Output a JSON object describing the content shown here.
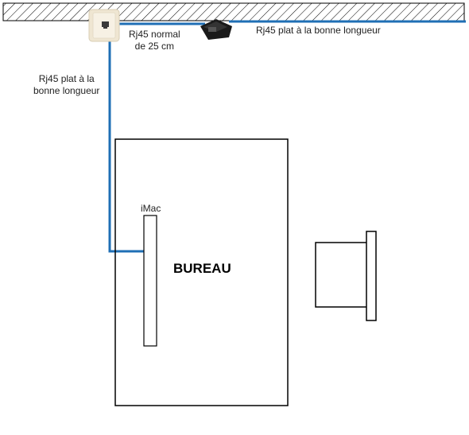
{
  "labels": {
    "rj45_short": [
      "Rj45 normal",
      "de 25 cm"
    ],
    "rj45_flat_right": "Rj45 plat à la bonne longueur",
    "rj45_flat_left": [
      "Rj45 plat à la",
      "bonne longueur"
    ],
    "imac": "iMac",
    "desk": "BUREAU"
  },
  "colors": {
    "cable": "#1f6fb5",
    "outline": "#000000",
    "wall_hatch": "#000000",
    "wall_outlet": "#efe6d2",
    "adapter": "#1a1a1a"
  },
  "icons": {
    "wall_outlet": "rj45-wall-socket-icon",
    "adapter": "network-adapter-icon"
  }
}
